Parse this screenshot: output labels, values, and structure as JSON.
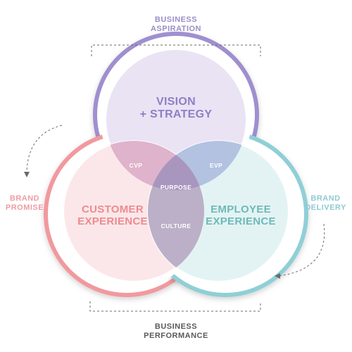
{
  "colors": {
    "vision": "#9f8fd0",
    "customer": "#f1999e",
    "employee": "#90cfd6",
    "cvp": "#d7a9c4",
    "evp": "#a7b6db",
    "purpose_culture": "#b8a6c6",
    "text_dark": "#5a5a5a"
  },
  "labels": {
    "business_aspiration": "BUSINESS\nASPIRATION",
    "brand_promise": "BRAND\nPROMISE",
    "brand_delivery": "BRAND\nDELIVERY",
    "business_performance": "BUSINESS\nPERFORMANCE"
  },
  "circles": {
    "vision": "VISION\n+ STRATEGY",
    "customer": "CUSTOMER\nEXPERIENCE",
    "employee": "EMPLOYEE\nEXPERIENCE"
  },
  "overlaps": {
    "cvp": "CVP",
    "evp": "EVP",
    "purpose": "PURPOSE",
    "culture": "CULTURE"
  }
}
